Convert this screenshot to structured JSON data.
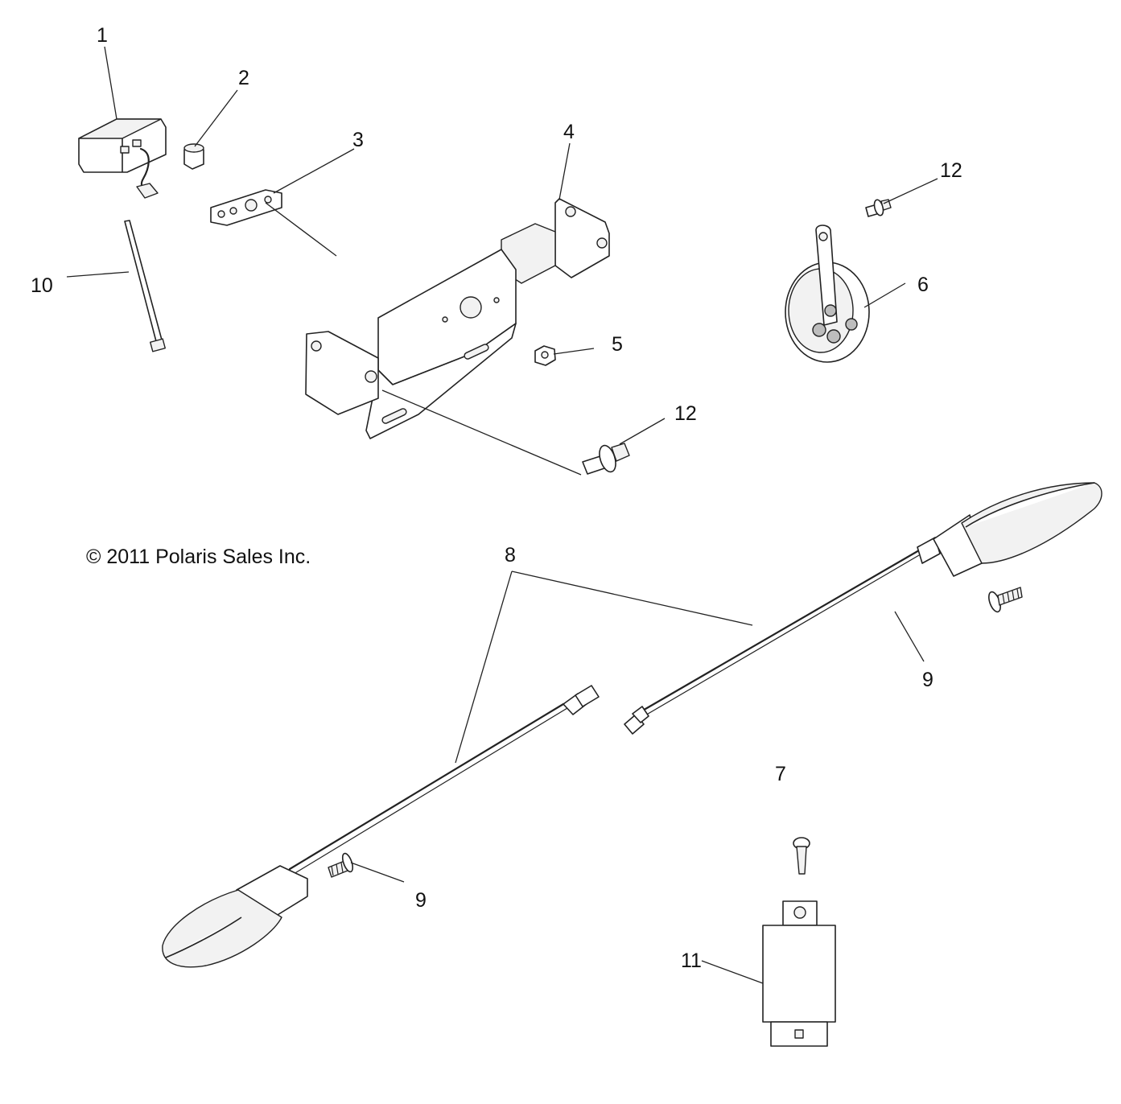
{
  "copyright": "© 2011 Polaris Sales Inc.",
  "callouts": {
    "c1": "1",
    "c2": "2",
    "c3": "3",
    "c4": "4",
    "c5": "5",
    "c6": "6",
    "c7": "7",
    "c8": "8",
    "c9a": "9",
    "c9b": "9",
    "c10": "10",
    "c11": "11",
    "c12a": "12",
    "c12b": "12"
  }
}
